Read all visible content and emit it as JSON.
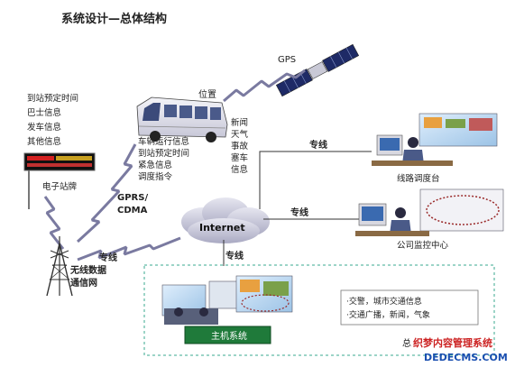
{
  "title": "系统设计—总体结构",
  "gps_label": "GPS",
  "position_label": "位置",
  "sign_label": "电子站牌",
  "sign_lines": [
    "到站预定时间",
    "巴士信息",
    "发车信息",
    "其他信息"
  ],
  "bus_up_list": [
    "车辆运行信息",
    "到站预定时间",
    "紧急信息",
    "调度指令"
  ],
  "bus_down_list": [
    "新闻",
    "天气",
    "事故",
    "塞车",
    "信息"
  ],
  "gprs_label": [
    "GPRS/",
    "CDMA"
  ],
  "internet_label": "Internet",
  "dedicated_line": "专线",
  "wireless_label": [
    "无线数据",
    "通信网"
  ],
  "dispatch_label": "线路调度台",
  "monitor_label": "公司监控中心",
  "main_system_label": "主机系统",
  "external_info": [
    "·交警，城市交通信息",
    "·交通广播，新闻，气象"
  ],
  "colors": {
    "main_box": "#1f7a3a",
    "dashed_border": "#3aa88f",
    "bolt": "#7a7aa0",
    "line": "#333333"
  },
  "watermark": {
    "partial_left": "总",
    "line1": "织梦内容管理系统",
    "line2": "DEDECMS.COM"
  }
}
